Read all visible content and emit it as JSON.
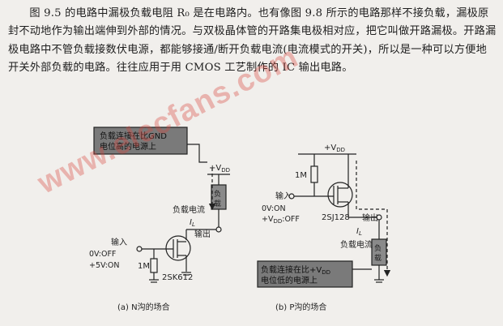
{
  "paragraph": "图 9.5 的电路中漏极负载电阻 R₀ 是在电路内。也有像图 9.8 所示的电路那样不接负载，漏极原封不动地作为输出端伸到外部的情况。与双极晶体管的开路集电极相对应，把它叫做开路漏极。开路漏极电路中不管负载接数伏电源，都能够接通/断开负载电流(电流模式的开关)，所以是一种可以方便地开关外部负载的电路。往往应用于用 CMOS 工艺制作的 IC 输出电路。",
  "watermark": "www.elecfans.com",
  "figure_a": {
    "note_line1": "负载连接在比GND",
    "note_line2": "电位高的电源上",
    "vdd": "+V",
    "vdd_sub": "DD",
    "load_line1": "负",
    "load_line2": "载",
    "load_current": "负载电流",
    "il": "I",
    "il_sub": "L",
    "output": "输出",
    "input": "输入",
    "input_off": "0V:OFF",
    "input_on": "+5V:ON",
    "resistor": "1M",
    "transistor": "2SK612",
    "caption": "(a) N沟的场合"
  },
  "figure_b": {
    "vdd": "+V",
    "vdd_sub": "DD",
    "resistor": "1M",
    "input": "输入",
    "input_on": "0V:ON",
    "input_off_prefix": "+V",
    "input_off_sub": "DD",
    "input_off_suffix": ":OFF",
    "transistor": "2SJ128",
    "output": "输出",
    "il": "I",
    "il_sub": "L",
    "load_current": "负载电流",
    "load_line1": "负",
    "load_line2": "载",
    "note_line1": "负载连接在比+V",
    "note_sub": "DD",
    "note_line2": "电位低的电源上",
    "caption": "(b) P沟的场合"
  }
}
